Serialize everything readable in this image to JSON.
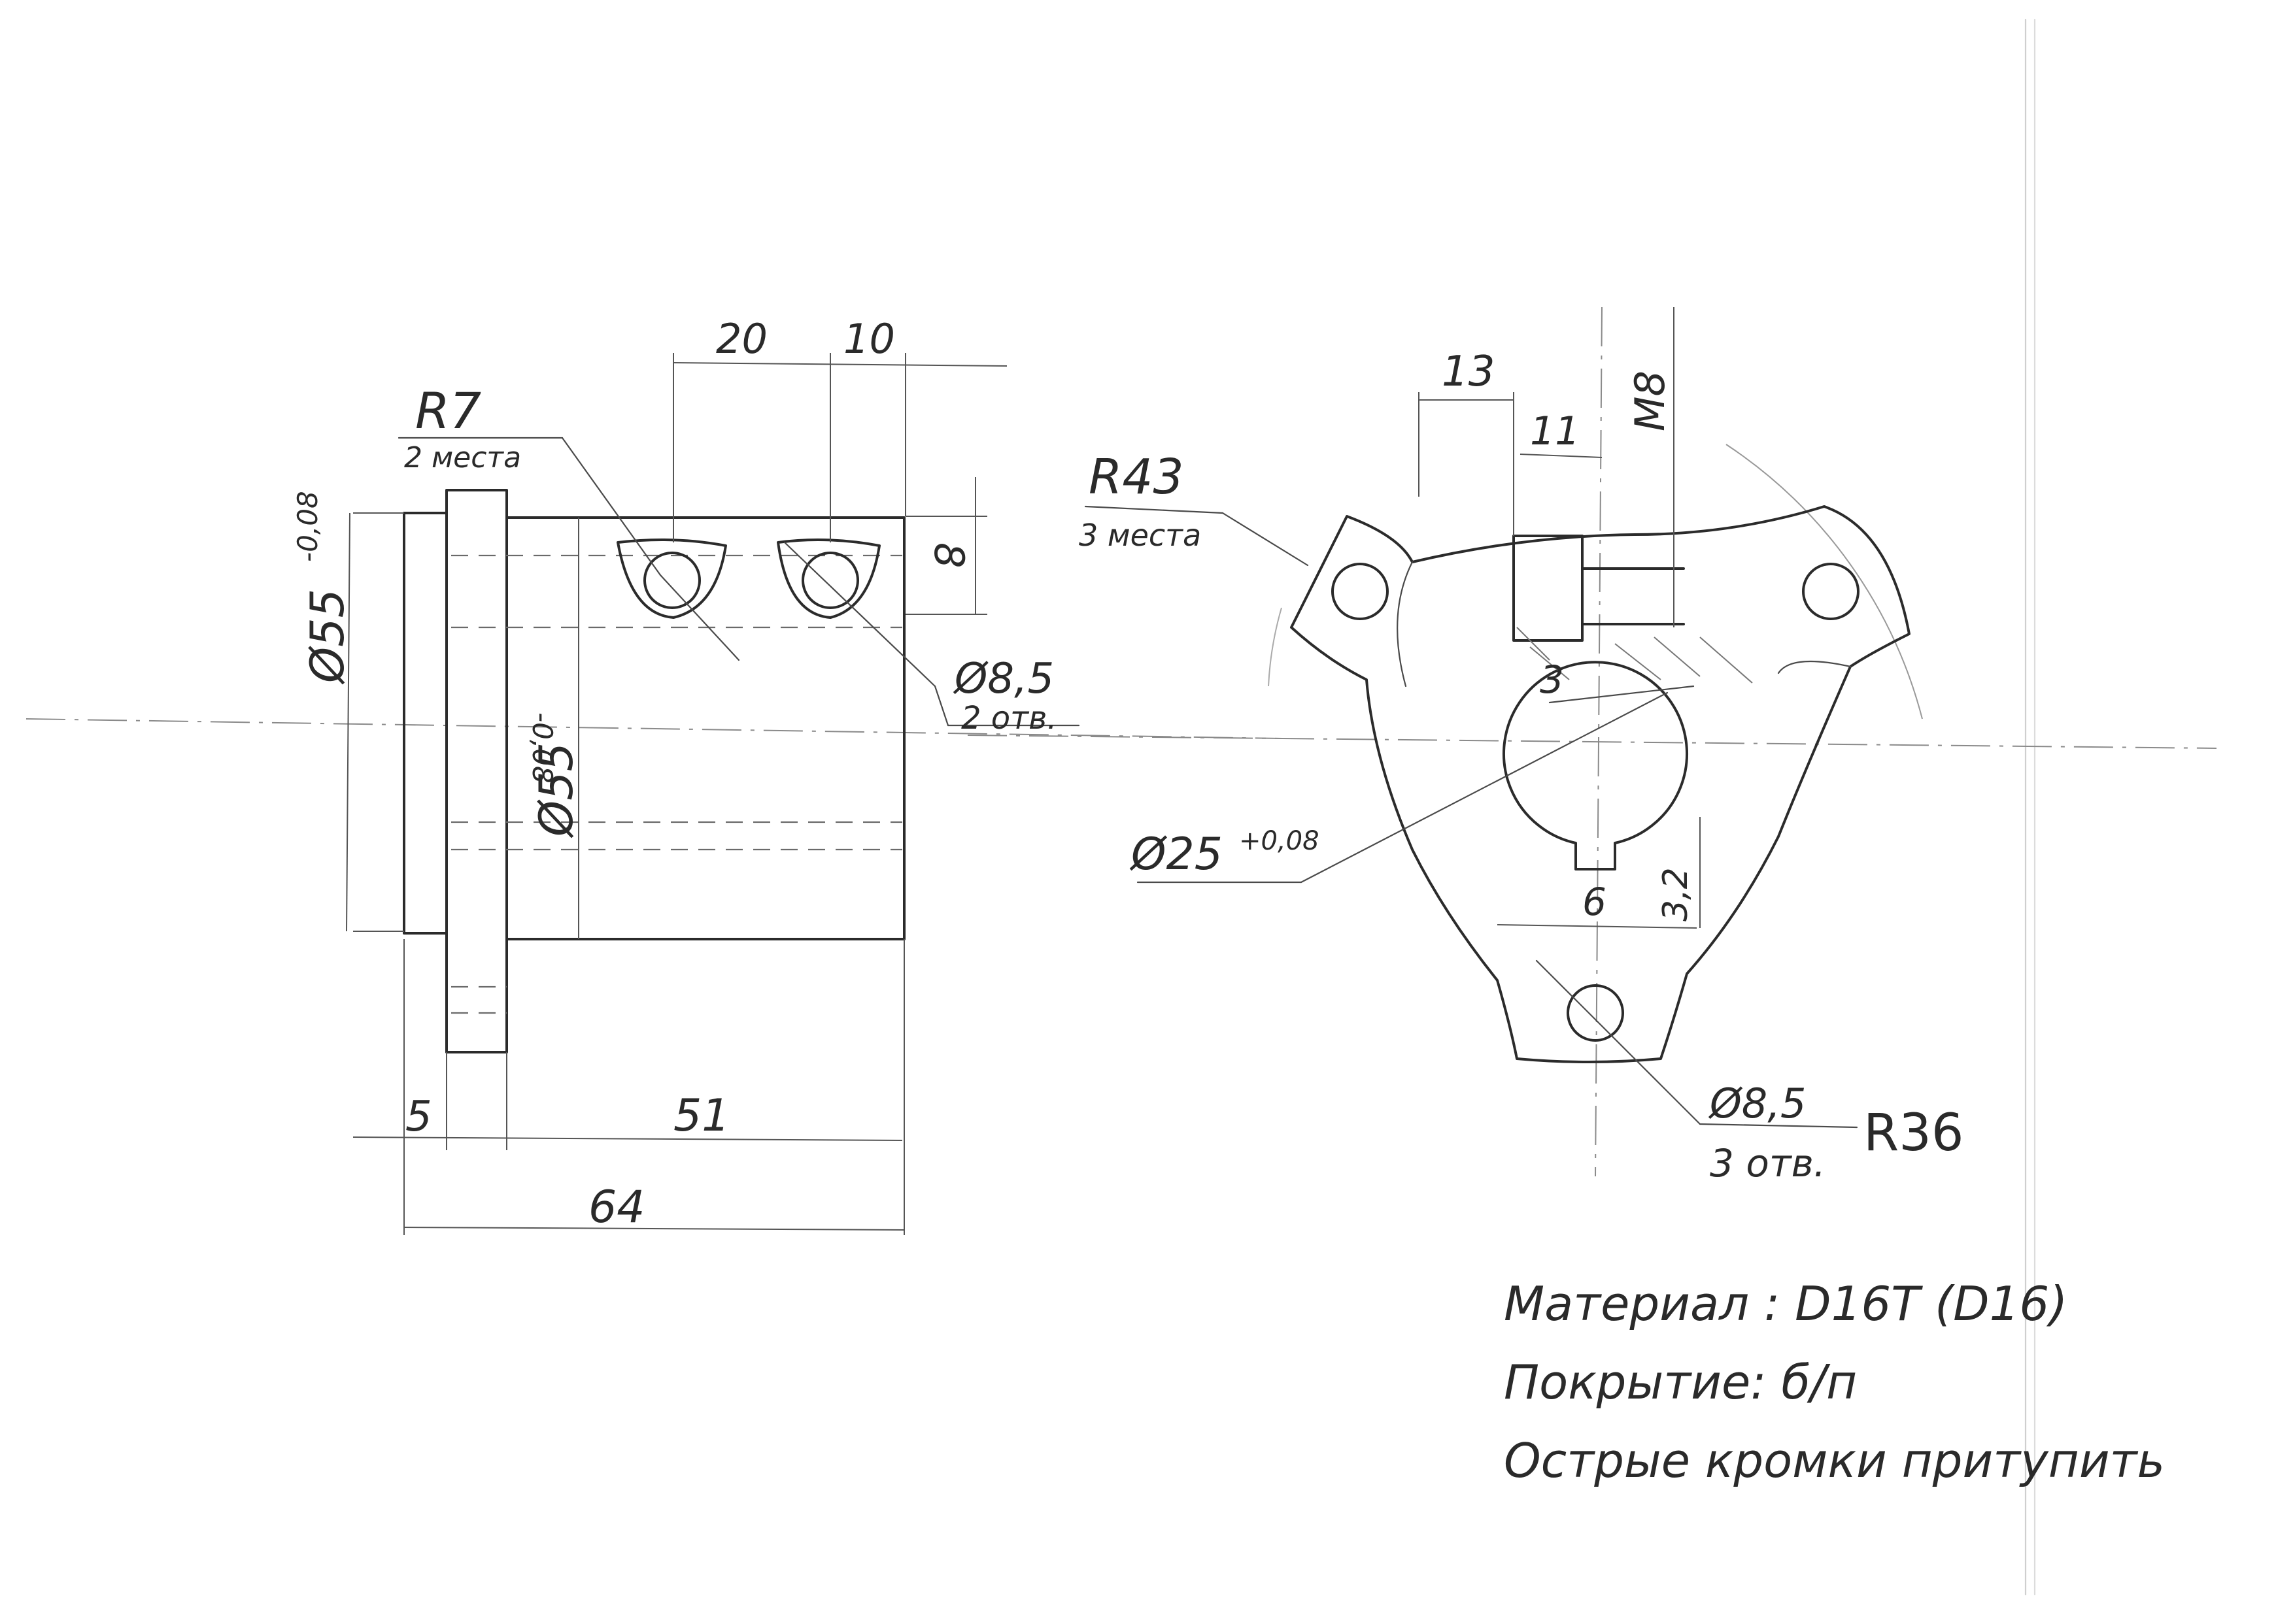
{
  "side_view": {
    "radius_label": "R7",
    "radius_note": "2 места",
    "dim_top_spacing": "20",
    "dim_top_offset": "10",
    "dim_slot_depth": "8",
    "hole_diameter": "Ø8,5",
    "hole_count": "2 отв.",
    "outer_diameter": "Ø55",
    "outer_tolerance": "-0,08",
    "inner_diameter": "Ø55",
    "inner_tolerance": "-0,08",
    "dim_flange": "5",
    "dim_body": "51",
    "dim_total": "64"
  },
  "end_view": {
    "dim_13": "13",
    "dim_11": "11",
    "thread": "M8",
    "radius_label": "R43",
    "radius_note": "3 места",
    "keyway_depth": "3",
    "bore_diameter": "Ø25",
    "bore_tolerance": "+0,08",
    "key_width": "6",
    "key_height": "3,2",
    "hole_diameter": "Ø8,5",
    "hole_count": "3 отв.",
    "outer_radius": "R36"
  },
  "notes": {
    "material": "Материал : D16T (D16)",
    "coating": "Покрытие: б/п",
    "edges": "Острые кромки притупить"
  }
}
